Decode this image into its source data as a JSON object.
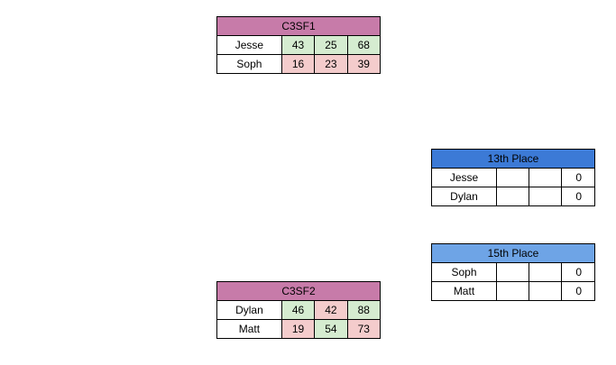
{
  "c3sf1": {
    "title": "C3SF1",
    "rows": [
      {
        "name": "Jesse",
        "s1": "43",
        "s2": "25",
        "total": "68"
      },
      {
        "name": "Soph",
        "s1": "16",
        "s2": "23",
        "total": "39"
      }
    ],
    "colors": {
      "header": "#c77ba9",
      "win": "#d5ecd0",
      "lose": "#f4cccc"
    }
  },
  "c3sf2": {
    "title": "C3SF2",
    "rows": [
      {
        "name": "Dylan",
        "s1": "46",
        "s2": "42",
        "total": "88"
      },
      {
        "name": "Matt",
        "s1": "19",
        "s2": "54",
        "total": "73"
      }
    ]
  },
  "place13": {
    "title": "13th Place",
    "rows": [
      {
        "name": "Jesse",
        "s1": "",
        "s2": "",
        "total": "0"
      },
      {
        "name": "Dylan",
        "s1": "",
        "s2": "",
        "total": "0"
      }
    ],
    "colors": {
      "header": "#3c7ad6"
    }
  },
  "place15": {
    "title": "15th Place",
    "rows": [
      {
        "name": "Soph",
        "s1": "",
        "s2": "",
        "total": "0"
      },
      {
        "name": "Matt",
        "s1": "",
        "s2": "",
        "total": "0"
      }
    ],
    "colors": {
      "header": "#6ea4e6"
    }
  }
}
